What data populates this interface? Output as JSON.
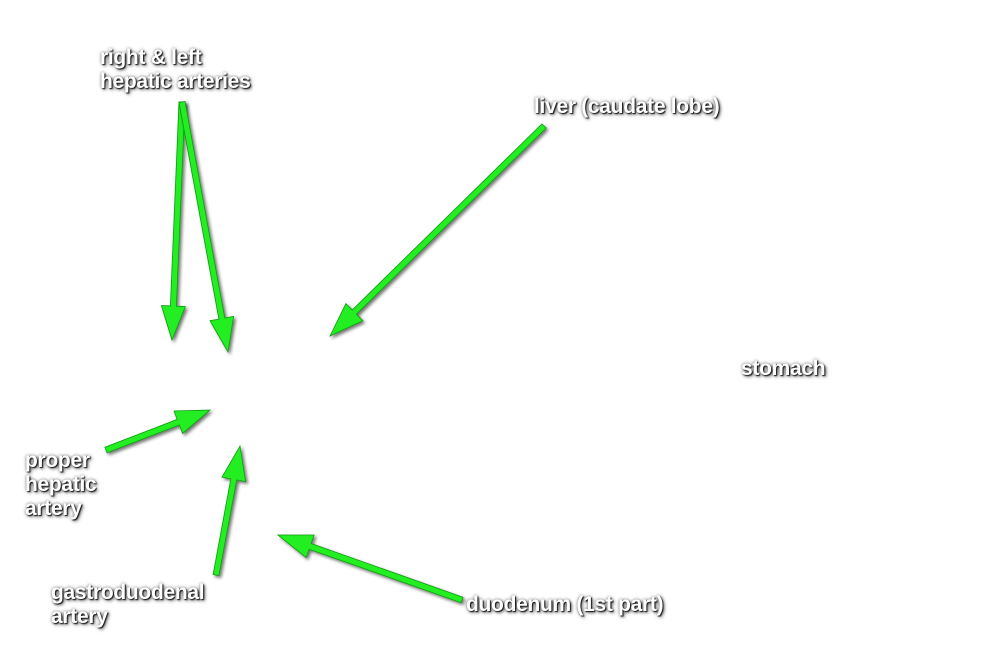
{
  "arrow_color": "#22ee22",
  "labels": {
    "hepatic_arteries": [
      "right & left",
      "hepatic arteries"
    ],
    "liver": [
      "liver (caudate lobe)"
    ],
    "stomach": [
      "stomach"
    ],
    "proper_hepatic": [
      "proper",
      "hepatic",
      "artery"
    ],
    "gastroduodenal": [
      "gastroduodenal",
      "artery"
    ],
    "duodenum": [
      "duodenum (1st part)"
    ]
  }
}
